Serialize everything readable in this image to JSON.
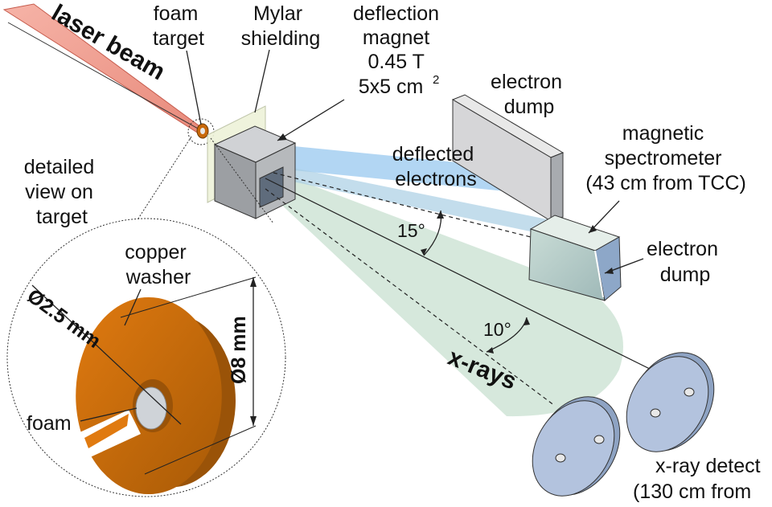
{
  "labels": {
    "laser_beam": "laser beam",
    "foam_target": [
      "foam",
      "target"
    ],
    "mylar_shielding": [
      "Mylar",
      "shielding"
    ],
    "deflection_magnet": [
      "deflection",
      "magnet",
      "0.45 T",
      "5x5 cm"
    ],
    "deflection_magnet_superscript": "2",
    "electron_dump_top": [
      "electron",
      "dump"
    ],
    "deflected_electrons": [
      "deflected",
      "electrons"
    ],
    "magnetic_spectrometer": [
      "magnetic",
      "spectrometer",
      "(43 cm from TCC)"
    ],
    "electron_dump_right": [
      "electron",
      "dump"
    ],
    "detailed_view": [
      "detailed",
      "view on",
      "target"
    ],
    "copper_washer": [
      "copper",
      "washer"
    ],
    "inner_diameter": "Ø2.5 mm",
    "outer_diameter": "Ø8 mm",
    "foam": "foam",
    "angle_electrons": "15°",
    "angle_xrays": "10°",
    "xrays": "x-rays",
    "xray_detector": [
      "x-ray detect",
      "(130 cm from"
    ]
  },
  "colors": {
    "laser": "#f4a79a",
    "laser_edge": "#c65b4c",
    "electrons": "#9ccbef",
    "xrays": "#c6dfcf",
    "copper": "#c8690a",
    "copper_dark": "#9a5308",
    "magnet_front": "#a6a9ad",
    "magnet_top": "#d0d2d5",
    "magnet_side": "#7f8388",
    "detector": "#a8bad6",
    "shield": "#eef2d9"
  }
}
